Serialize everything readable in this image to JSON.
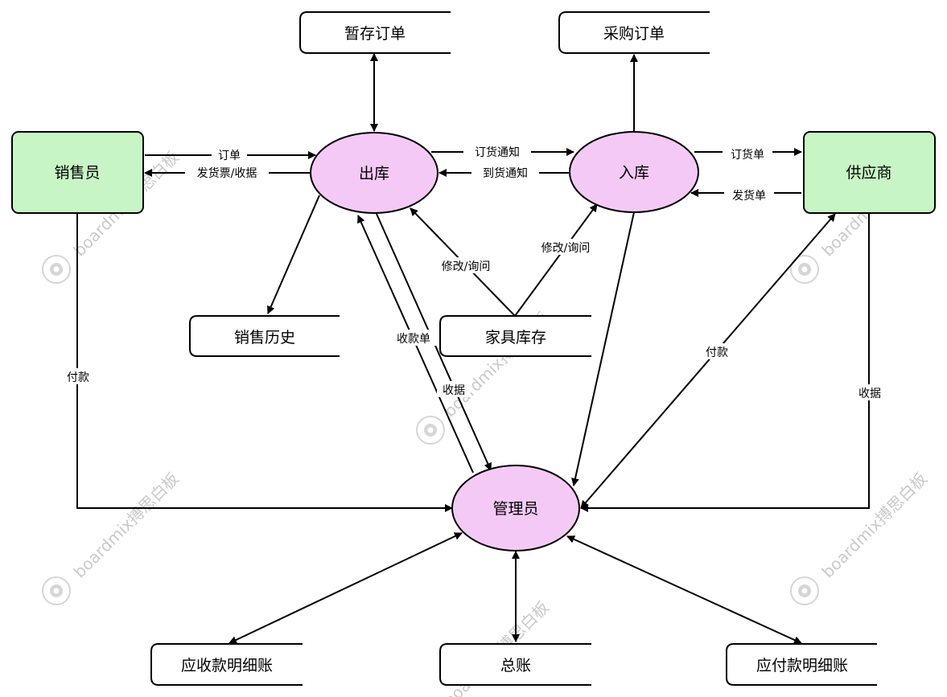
{
  "colors": {
    "entity_fill": "#c8f5c6",
    "process_fill": "#f5c9f6",
    "stroke": "#000000",
    "watermark": "#b8b8b8"
  },
  "entities": {
    "salesperson": "销售员",
    "supplier": "供应商"
  },
  "processes": {
    "outbound": "出库",
    "inbound": "入库",
    "admin": "管理员"
  },
  "stores": {
    "temp_order": "暂存订单",
    "purchase_order": "采购订单",
    "sales_history": "销售历史",
    "furniture_inventory": "家具库存",
    "receivable_ledger": "应收款明细账",
    "general_ledger": "总账",
    "payable_ledger": "应付款明细账"
  },
  "flows": {
    "order": "订单",
    "invoice_receipt": "发货票/收据",
    "order_notice": "订货通知",
    "arrival_notice": "到货通知",
    "order_form": "订货单",
    "shipment_form": "发货单",
    "modify_query_out": "修改/询问",
    "modify_query_in": "修改/询问",
    "payment_sales": "付款",
    "collection_form": "收款单",
    "receipt_out": "收据",
    "payment_supplier": "付款",
    "receipt_supplier": "收据"
  },
  "watermark": {
    "brand": "boardmix搏思白板"
  }
}
